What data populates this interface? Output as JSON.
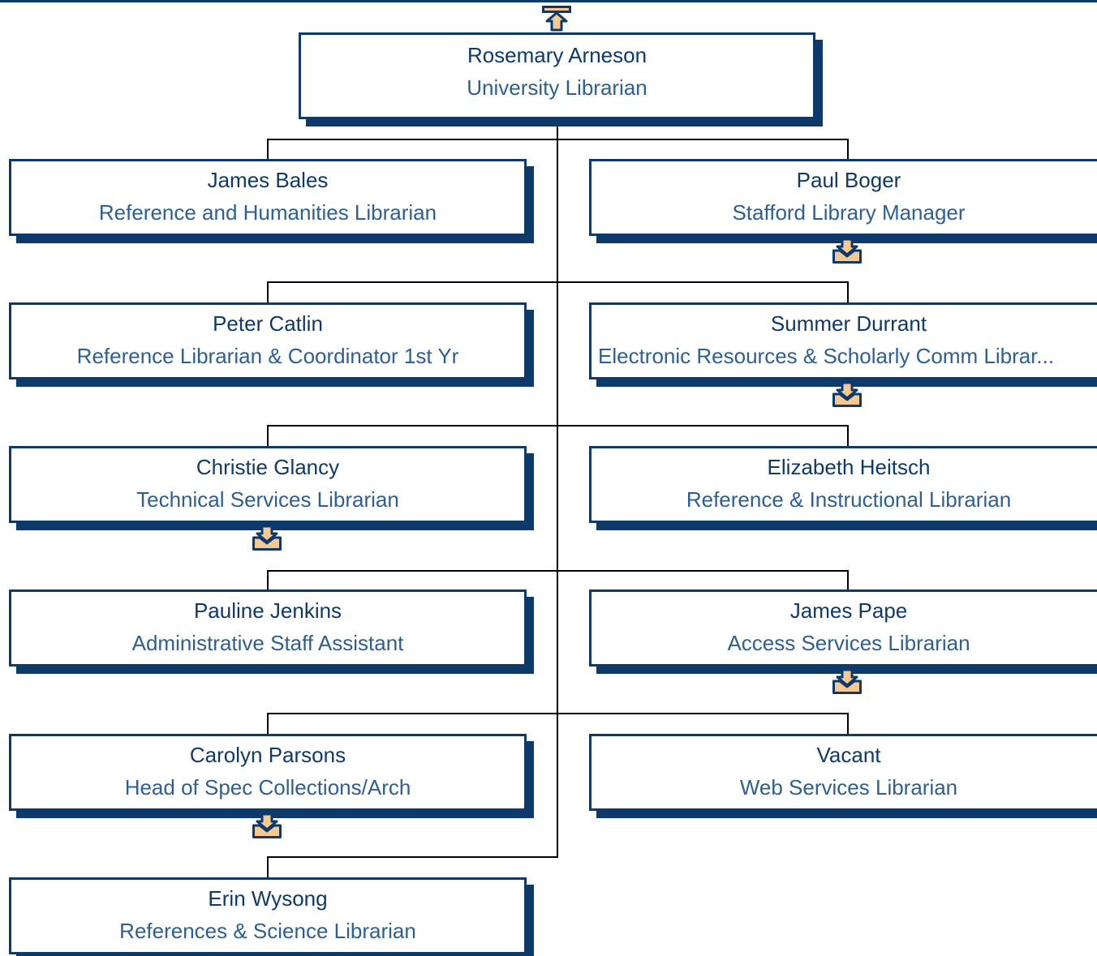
{
  "org_chart": {
    "colors": {
      "border": "#0e3a6b",
      "title_text": "#2e5f93",
      "expand_fill": "#f6c992",
      "connector": "#000000"
    },
    "root": {
      "name": "Rosemary Arneson",
      "title": "University Librarian",
      "icon": "expand-up-arrow-icon"
    },
    "reports": [
      {
        "name": "James Bales",
        "title": "Reference and Humanities Librarian"
      },
      {
        "name": "Paul Boger",
        "title": "Stafford Library Manager",
        "icon": "expand-down-arrow-icon"
      },
      {
        "name": "Peter Catlin",
        "title": "Reference Librarian & Coordinator 1st Yr"
      },
      {
        "name": "Summer Durrant",
        "title": "Electronic Resources & Scholarly Comm Librar...",
        "icon": "expand-down-arrow-icon"
      },
      {
        "name": "Christie Glancy",
        "title": "Technical Services Librarian",
        "icon": "expand-down-arrow-icon"
      },
      {
        "name": "Elizabeth Heitsch",
        "title": "Reference & Instructional Librarian"
      },
      {
        "name": "Pauline Jenkins",
        "title": "Administrative Staff Assistant"
      },
      {
        "name": "James Pape",
        "title": "Access Services Librarian",
        "icon": "expand-down-arrow-icon"
      },
      {
        "name": "Carolyn Parsons",
        "title": "Head of Spec Collections/Arch",
        "icon": "expand-down-arrow-icon"
      },
      {
        "name": "Vacant",
        "title": "Web Services Librarian"
      },
      {
        "name": "Erin Wysong",
        "title": "References & Science Librarian"
      }
    ]
  }
}
